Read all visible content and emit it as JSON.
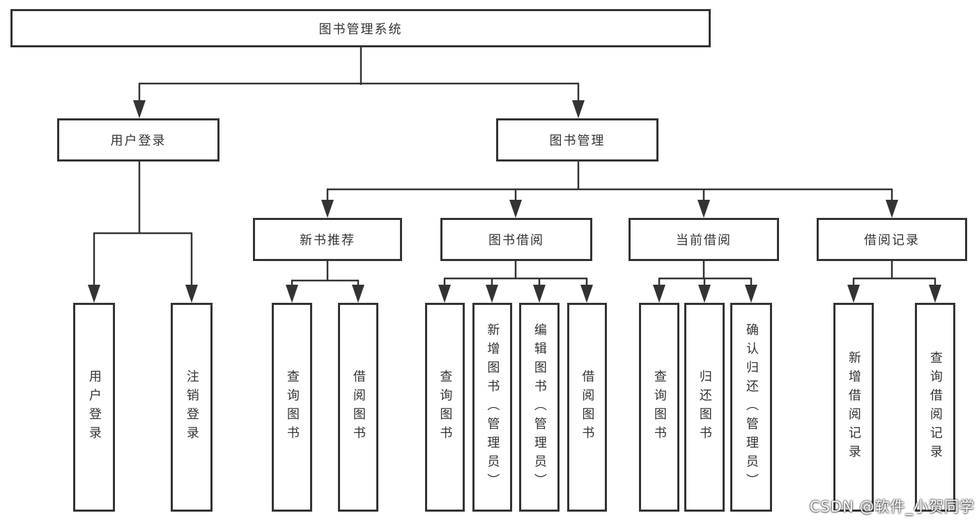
{
  "diagram": {
    "root": {
      "label": "图书管理系统"
    },
    "branches": [
      {
        "label": "用户登录",
        "children": [
          {
            "label": "用户登录"
          },
          {
            "label": "注销登录"
          }
        ]
      },
      {
        "label": "图书管理",
        "children": [
          {
            "label": "新书推荐",
            "children": [
              {
                "label": "查询图书"
              },
              {
                "label": "借阅图书"
              }
            ]
          },
          {
            "label": "图书借阅",
            "children": [
              {
                "label": "查询图书"
              },
              {
                "label": "新增图书（管理员）"
              },
              {
                "label": "编辑图书（管理员）"
              },
              {
                "label": "借阅图书"
              }
            ]
          },
          {
            "label": "当前借阅",
            "children": [
              {
                "label": "查询图书"
              },
              {
                "label": "归还图书"
              },
              {
                "label": "确认归还（管理员）"
              }
            ]
          },
          {
            "label": "借阅记录",
            "children": [
              {
                "label": "新增借阅记录"
              },
              {
                "label": "查询借阅记录"
              }
            ]
          }
        ]
      }
    ]
  },
  "watermark": {
    "text": "CSDN @软件_小贺同学"
  },
  "colors": {
    "line": "#333333",
    "box_border": "#333333",
    "text": "#333333",
    "background": "#ffffff",
    "watermark_text": "#ffffff"
  }
}
